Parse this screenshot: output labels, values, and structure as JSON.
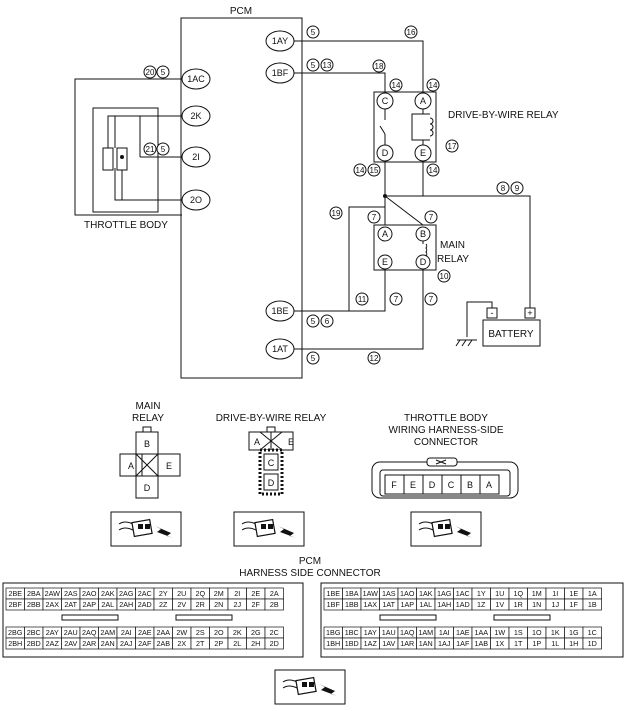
{
  "diagram": {
    "pcm_label": "PCM",
    "pcm_pins": [
      "1AY",
      "1BF",
      "1AC",
      "2K",
      "2I",
      "2O",
      "1BE",
      "1AT"
    ],
    "wire_markers": [
      {
        "n": "5"
      },
      {
        "n": "16"
      },
      {
        "n": "5"
      },
      {
        "n": "13"
      },
      {
        "n": "18"
      },
      {
        "n": "14"
      },
      {
        "n": "14"
      },
      {
        "n": "20"
      },
      {
        "n": "5"
      },
      {
        "n": "21"
      },
      {
        "n": "5"
      },
      {
        "n": "17"
      },
      {
        "n": "14"
      },
      {
        "n": "15"
      },
      {
        "n": "14"
      },
      {
        "n": "8"
      },
      {
        "n": "9"
      },
      {
        "n": "19"
      },
      {
        "n": "7"
      },
      {
        "n": "7"
      },
      {
        "n": "10"
      },
      {
        "n": "11"
      },
      {
        "n": "7"
      },
      {
        "n": "7"
      },
      {
        "n": "5"
      },
      {
        "n": "6"
      },
      {
        "n": "5"
      },
      {
        "n": "12"
      }
    ],
    "dbw_relay": {
      "label": "DRIVE-BY-WIRE RELAY",
      "terminals": [
        "C",
        "A",
        "D",
        "E"
      ]
    },
    "main_relay": {
      "label_line1": "MAIN",
      "label_line2": "RELAY",
      "terminals": [
        "A",
        "B",
        "E",
        "D"
      ]
    },
    "battery": {
      "label": "BATTERY",
      "minus": "-",
      "plus": "+"
    },
    "throttle_body_label": "THROTTLE BODY"
  },
  "connectors": {
    "main_relay": {
      "title_line1": "MAIN",
      "title_line2": "RELAY",
      "pins": [
        "B",
        "A",
        "E",
        "D"
      ]
    },
    "dbw_relay": {
      "title": "DRIVE-BY-WIRE RELAY",
      "pins": [
        "A",
        "E",
        "C",
        "D"
      ]
    },
    "throttle": {
      "title_line1": "THROTTLE BODY",
      "title_line2": "WIRING HARNESS-SIDE",
      "title_line3": "CONNECTOR",
      "pins": [
        "F",
        "E",
        "D",
        "C",
        "B",
        "A"
      ]
    }
  },
  "pcm_connector": {
    "title_line1": "PCM",
    "title_line2": "HARNESS SIDE CONNECTOR",
    "left_top": [
      [
        "2BE",
        "2BA",
        "2AW",
        "2AS",
        "2AO",
        "2AK",
        "2AG",
        "2AC",
        "2Y",
        "2U",
        "2Q",
        "2M",
        "2I",
        "2E",
        "2A"
      ],
      [
        "2BF",
        "2BB",
        "2AX",
        "2AT",
        "2AP",
        "2AL",
        "2AH",
        "2AD",
        "2Z",
        "2V",
        "2R",
        "2N",
        "2J",
        "2F",
        "2B"
      ]
    ],
    "left_bottom": [
      [
        "2BG",
        "2BC",
        "2AY",
        "2AU",
        "2AQ",
        "2AM",
        "2AI",
        "2AE",
        "2AA",
        "2W",
        "2S",
        "2O",
        "2K",
        "2G",
        "2C"
      ],
      [
        "2BH",
        "2BD",
        "2AZ",
        "2AV",
        "2AR",
        "2AN",
        "2AJ",
        "2AF",
        "2AB",
        "2X",
        "2T",
        "2P",
        "2L",
        "2H",
        "2D"
      ]
    ],
    "right_top": [
      [
        "1BE",
        "1BA",
        "1AW",
        "1AS",
        "1AO",
        "1AK",
        "1AG",
        "1AC",
        "1Y",
        "1U",
        "1Q",
        "1M",
        "1I",
        "1E",
        "1A"
      ],
      [
        "1BF",
        "1BB",
        "1AX",
        "1AT",
        "1AP",
        "1AL",
        "1AH",
        "1AD",
        "1Z",
        "1V",
        "1R",
        "1N",
        "1J",
        "1F",
        "1B"
      ]
    ],
    "right_bottom": [
      [
        "1BG",
        "1BC",
        "1AY",
        "1AU",
        "1AQ",
        "1AM",
        "1AI",
        "1AE",
        "1AA",
        "1W",
        "1S",
        "1O",
        "1K",
        "1G",
        "1C"
      ],
      [
        "1BH",
        "1BD",
        "1AZ",
        "1AV",
        "1AR",
        "1AN",
        "1AJ",
        "1AF",
        "1AB",
        "1X",
        "1T",
        "1P",
        "1L",
        "1H",
        "1D"
      ]
    ]
  }
}
